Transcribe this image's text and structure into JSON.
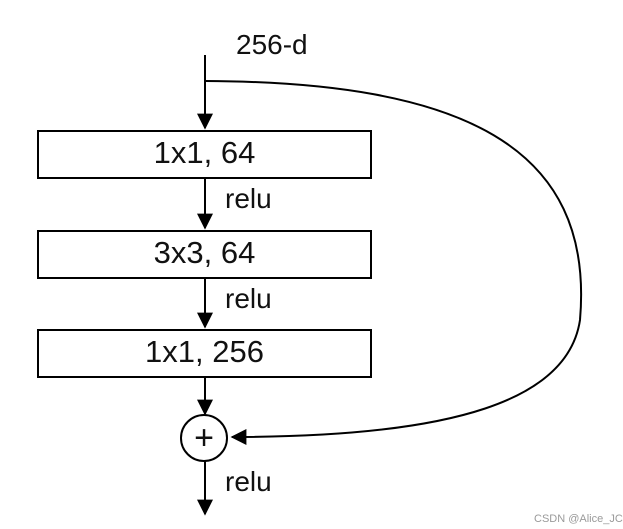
{
  "diagram": {
    "input_label": "256-d",
    "layers": [
      {
        "label": "1x1, 64"
      },
      {
        "label": "3x3, 64"
      },
      {
        "label": "1x1, 256"
      }
    ],
    "activations": [
      "relu",
      "relu",
      "relu"
    ],
    "add_symbol": "+",
    "watermark": "CSDN @Alice_JC"
  }
}
